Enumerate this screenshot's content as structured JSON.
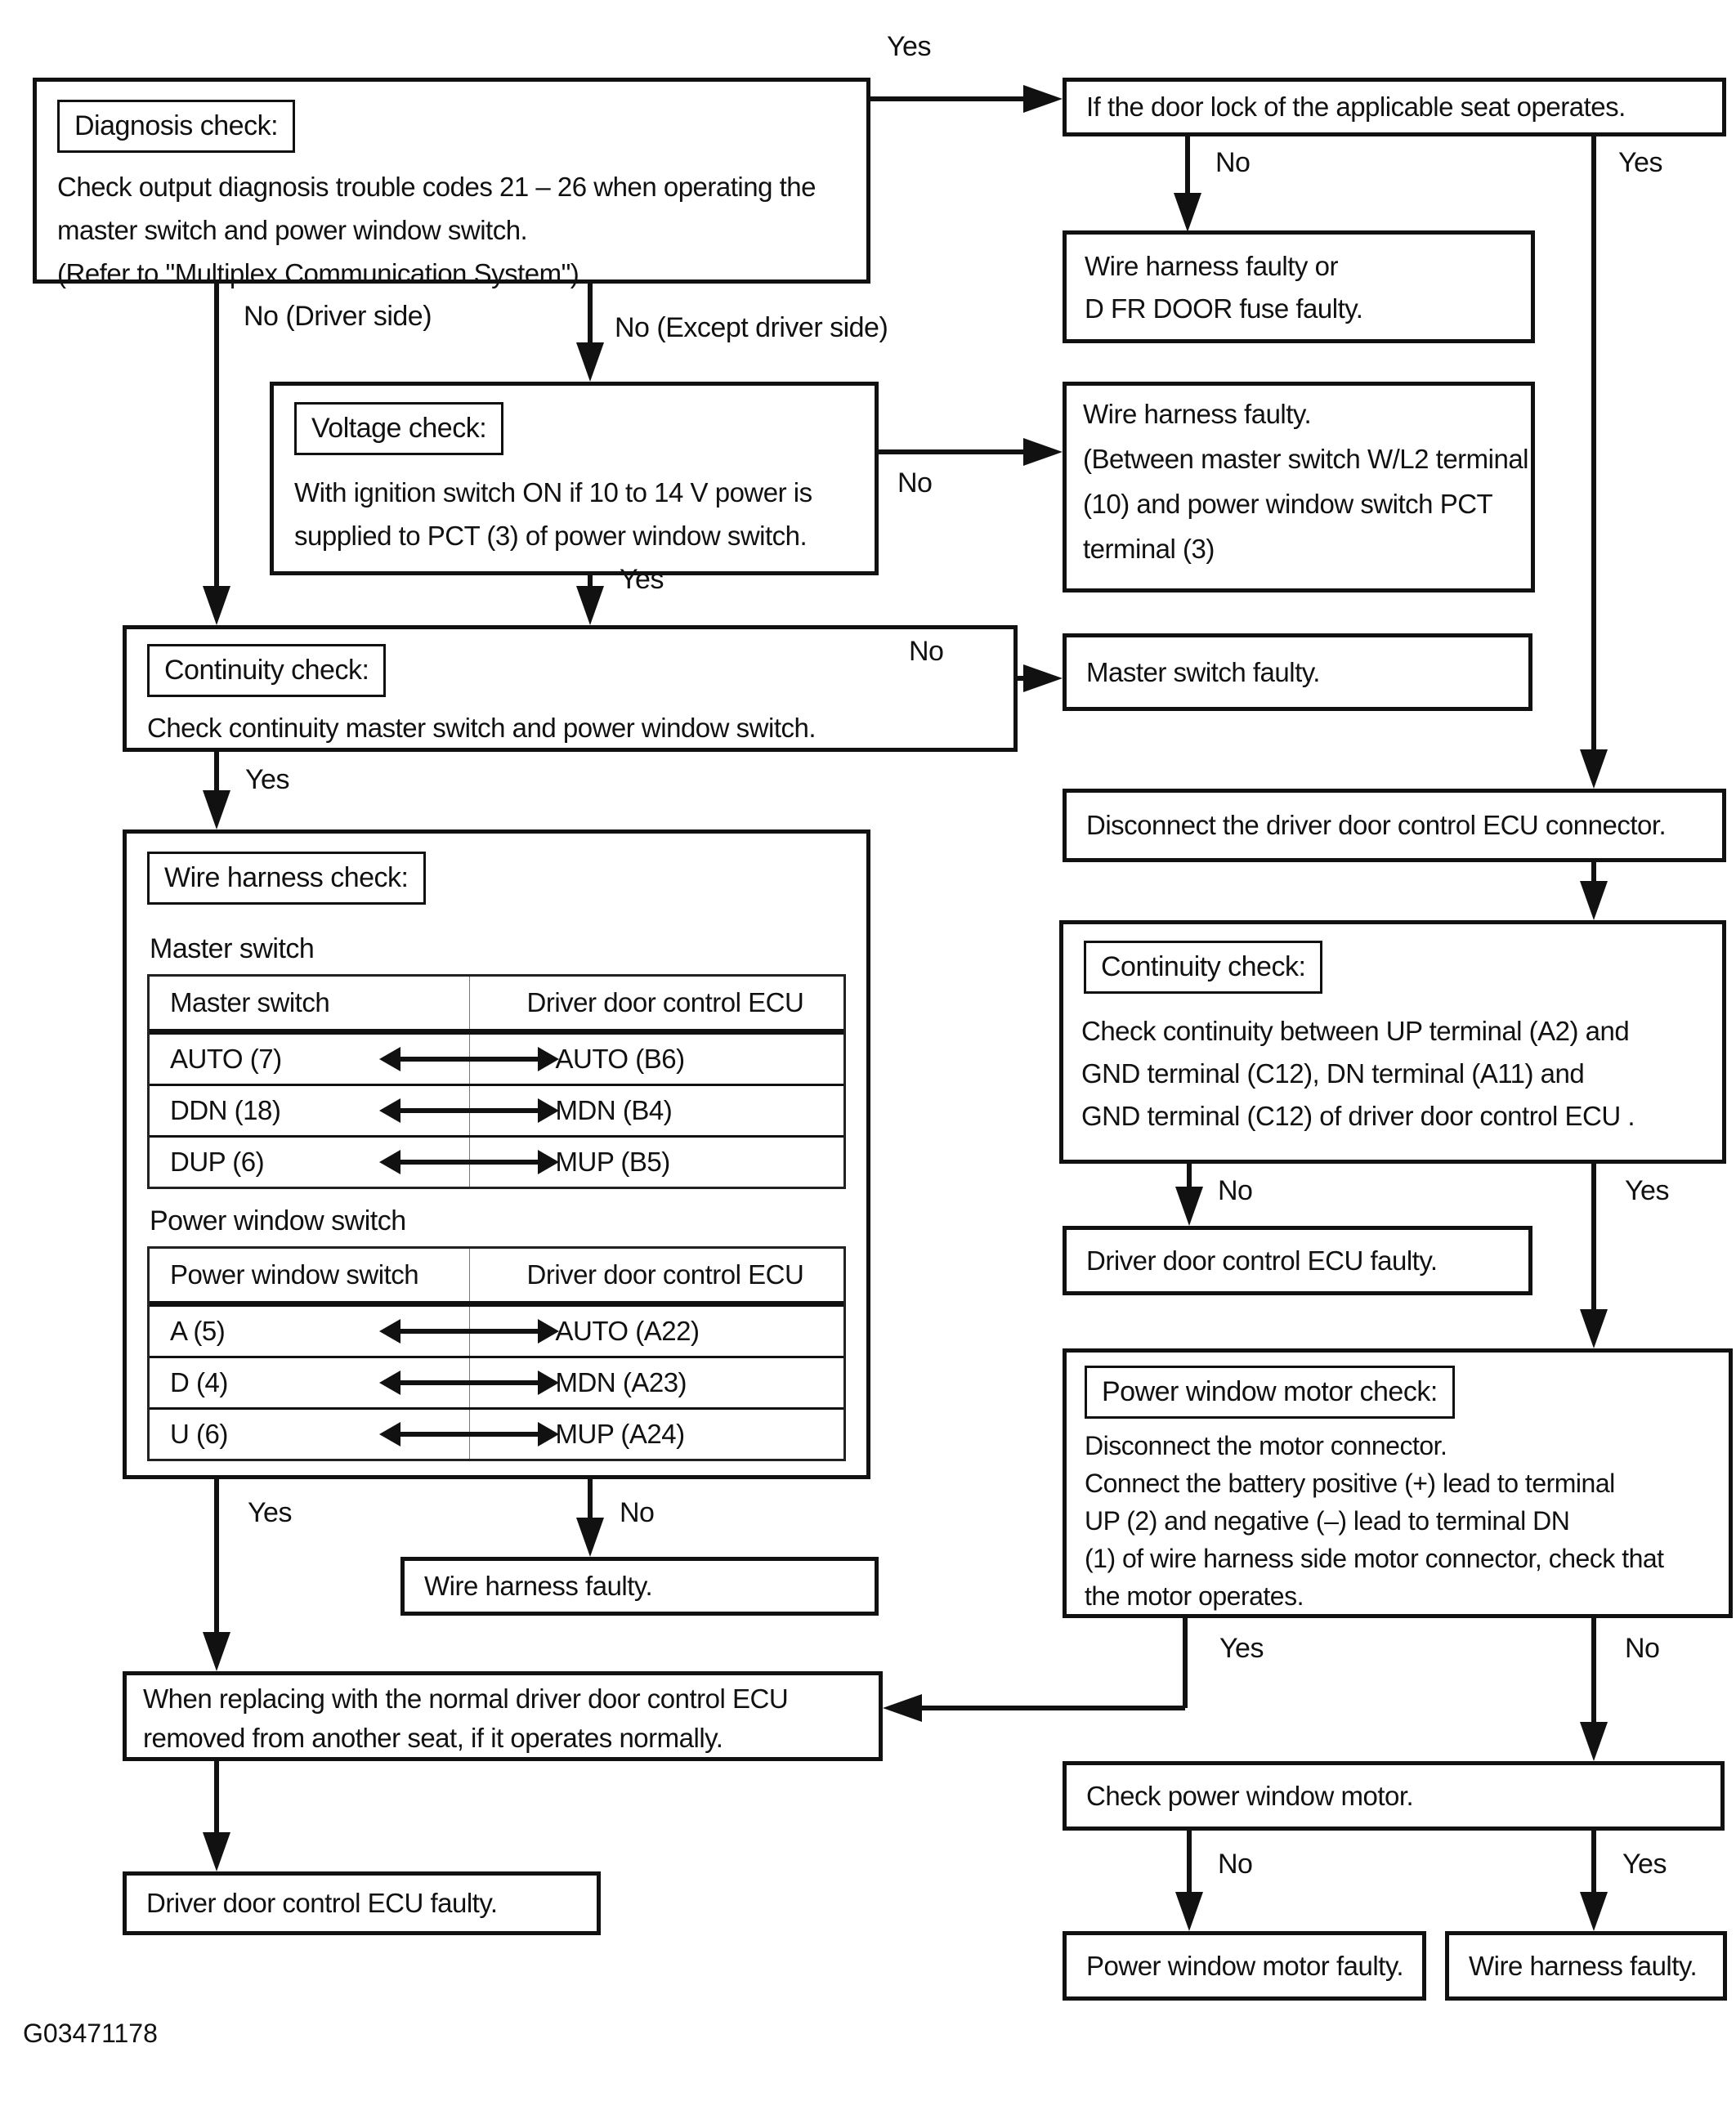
{
  "colors": {
    "ink": "#111111",
    "background": "#ffffff"
  },
  "footer_code": "G03471178",
  "boxes": {
    "diagnosis": {
      "title": "Diagnosis check:",
      "lines": [
        "Check output diagnosis trouble codes 21 – 26 when operating the",
        "master switch and power window switch.",
        "(Refer to \"Multiplex Communication System\")"
      ]
    },
    "door_lock": {
      "text": "If the door lock of the applicable seat operates."
    },
    "harness_or_fuse": {
      "lines": [
        "Wire harness faulty or",
        "D FR DOOR fuse faulty."
      ]
    },
    "voltage": {
      "title": "Voltage check:",
      "lines": [
        "With ignition switch ON if 10 to 14 V power is",
        "supplied to PCT (3) of power window switch."
      ]
    },
    "harness_between": {
      "lines": [
        "Wire harness faulty.",
        "(Between master switch W/L2 terminal",
        "(10) and power window switch PCT",
        "terminal (3)"
      ]
    },
    "continuity1": {
      "title": "Continuity check:",
      "line": "Check continuity master switch and power window switch."
    },
    "master_switch_faulty": {
      "text": "Master switch faulty."
    },
    "disconnect_ecu": {
      "text": "Disconnect the driver door control ECU connector."
    },
    "wire_harness_check": {
      "title": "Wire harness check:",
      "subtitle1": "Master switch",
      "table1": {
        "headers": [
          "Master switch",
          "Driver door control ECU"
        ],
        "rows": [
          [
            "AUTO (7)",
            "AUTO (B6)"
          ],
          [
            "DDN (18)",
            "MDN (B4)"
          ],
          [
            "DUP (6)",
            "MUP (B5)"
          ]
        ]
      },
      "subtitle2": "Power window switch",
      "table2": {
        "headers": [
          "Power window switch",
          "Driver door control ECU"
        ],
        "rows": [
          [
            "A (5)",
            "AUTO (A22)"
          ],
          [
            "D (4)",
            "MDN (A23)"
          ],
          [
            "U (6)",
            "MUP (A24)"
          ]
        ]
      }
    },
    "continuity2": {
      "title": "Continuity check:",
      "lines": [
        "Check continuity between UP terminal (A2) and",
        "GND terminal (C12), DN terminal (A11) and",
        "GND terminal (C12) of driver door control ECU ."
      ]
    },
    "ecu_faulty_right": {
      "text": "Driver door control ECU faulty."
    },
    "motor_check": {
      "title": "Power window motor check:",
      "lines": [
        "Disconnect the motor connector.",
        "Connect the battery positive (+) lead to terminal",
        "UP (2) and negative (–) lead to terminal DN",
        "(1) of wire harness side motor connector, check that",
        "the motor operates."
      ]
    },
    "harness_faulty_mid": {
      "text": "Wire harness faulty."
    },
    "when_replacing": {
      "lines": [
        "When replacing with the normal driver door control ECU",
        "removed from another seat, if it operates normally."
      ]
    },
    "ecu_faulty_left": {
      "text": "Driver door control ECU faulty."
    },
    "check_motor": {
      "text": "Check power window motor."
    },
    "motor_faulty": {
      "text": "Power window motor faulty."
    },
    "harness_faulty_bottom": {
      "text": "Wire harness faulty."
    }
  },
  "edges": {
    "top_yes": "Yes",
    "doorlock_no": "No",
    "doorlock_yes": "Yes",
    "no_driver_side": "No (Driver side)",
    "no_except_driver_side": "No (Except driver side)",
    "voltage_no": "No",
    "voltage_yes": "Yes",
    "continuity1_no": "No",
    "continuity1_yes": "Yes",
    "harness_check_yes": "Yes",
    "harness_check_no": "No",
    "continuity2_no": "No",
    "continuity2_yes": "Yes",
    "motor_check_yes": "Yes",
    "motor_check_no": "No",
    "check_motor_no": "No",
    "check_motor_yes": "Yes"
  }
}
